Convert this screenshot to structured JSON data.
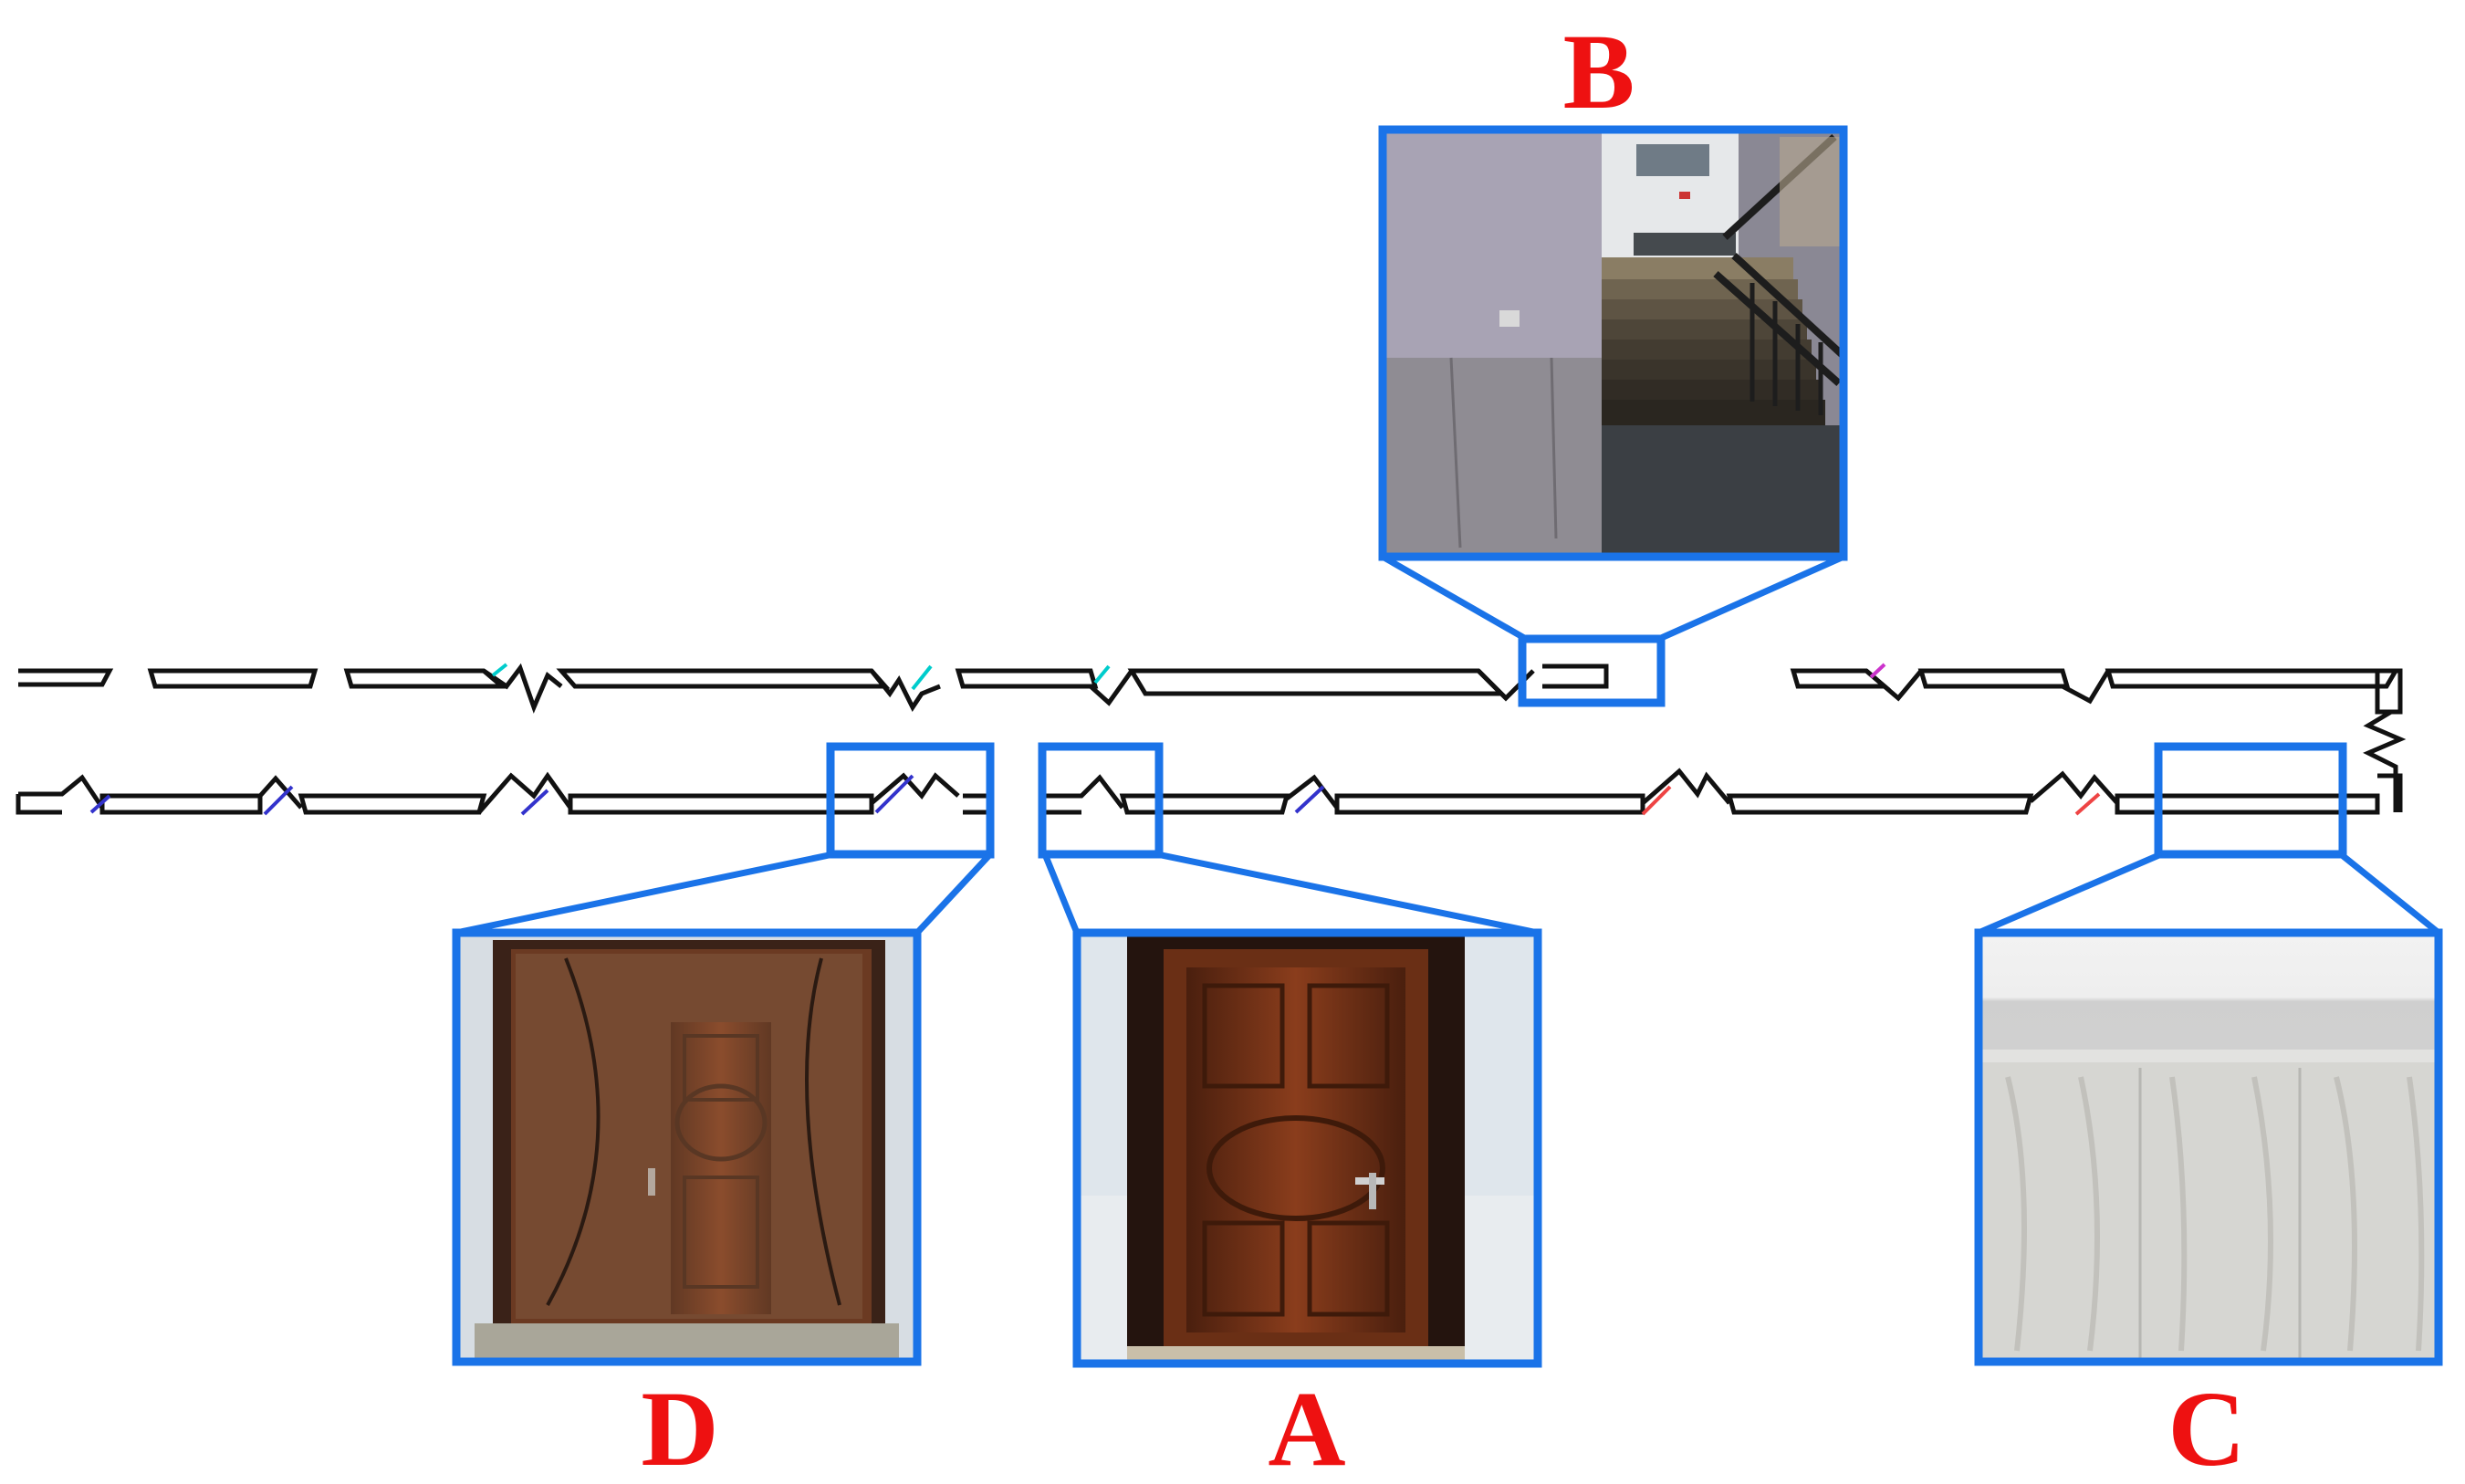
{
  "labels": {
    "a": "A",
    "b": "B",
    "c": "C",
    "d": "D"
  },
  "colors": {
    "highlight": "#1a73e8",
    "label": "#ee1111",
    "wall": "#111111"
  }
}
